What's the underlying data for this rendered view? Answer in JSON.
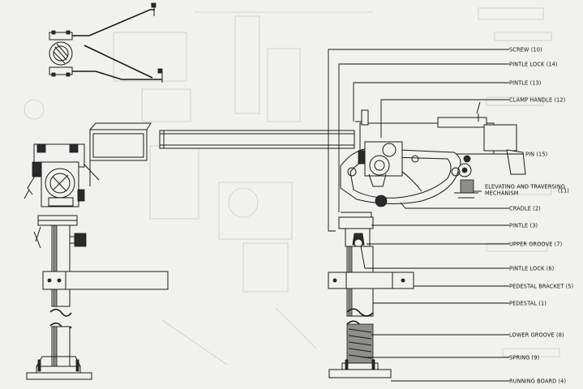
{
  "callouts": [
    {
      "text": "SCREW (10)"
    },
    {
      "text": "PINTLE LOCK (14)"
    },
    {
      "text": "PINTLE (13)"
    },
    {
      "text": "CLAMP HANDLE (12)"
    },
    {
      "text": "PIN (15)"
    },
    {
      "text": "ELEVATING AND TRAVERSING MECHANISM",
      "suffix": "(11)"
    },
    {
      "text": "CRADLE (2)"
    },
    {
      "text": "PINTLE (3)"
    },
    {
      "text": "UPPER GROOVE (7)"
    },
    {
      "text": "PINTLE LOCK (6)"
    },
    {
      "text": "PEDESTAL BRACKET (5)"
    },
    {
      "text": "PEDESTAL (1)"
    },
    {
      "text": "LOWER GROOVE (8)"
    },
    {
      "text": "SPRING (9)"
    },
    {
      "text": "RUNNING BOARD (4)"
    }
  ]
}
